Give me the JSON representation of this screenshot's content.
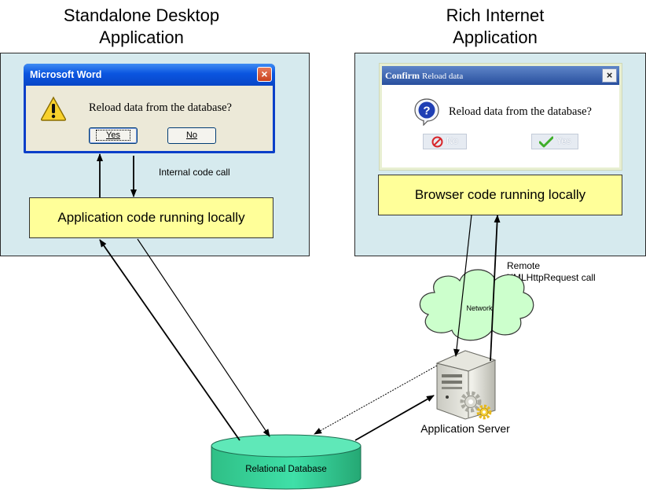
{
  "left": {
    "title_line1": "Standalone Desktop",
    "title_line2": "Application",
    "dialog": {
      "title": "Microsoft Word",
      "message": "Reload data from the database?",
      "yes_label": "Yes",
      "no_label": "No"
    },
    "internal_call_label": "Internal code call",
    "code_box_label": "Application code running locally"
  },
  "right": {
    "title_line1": "Rich Internet",
    "title_line2": "Application",
    "dialog": {
      "title_bold": "Confirm",
      "title_rest": "Reload data",
      "message": "Reload data from the database?",
      "no_label": "No",
      "yes_label": "Yes"
    },
    "code_box_label": "Browser code running locally",
    "remote_call_line1": "Remote",
    "remote_call_line2": "XMLHttpRequest call"
  },
  "network_label": "Network",
  "server_label": "Application Server",
  "database_label": "Relational Database",
  "colors": {
    "panel_bg": "#d6eaee",
    "code_box_bg": "#ffff99",
    "cloud_fill": "#ccffcc",
    "database_fill": "#33cc99"
  }
}
